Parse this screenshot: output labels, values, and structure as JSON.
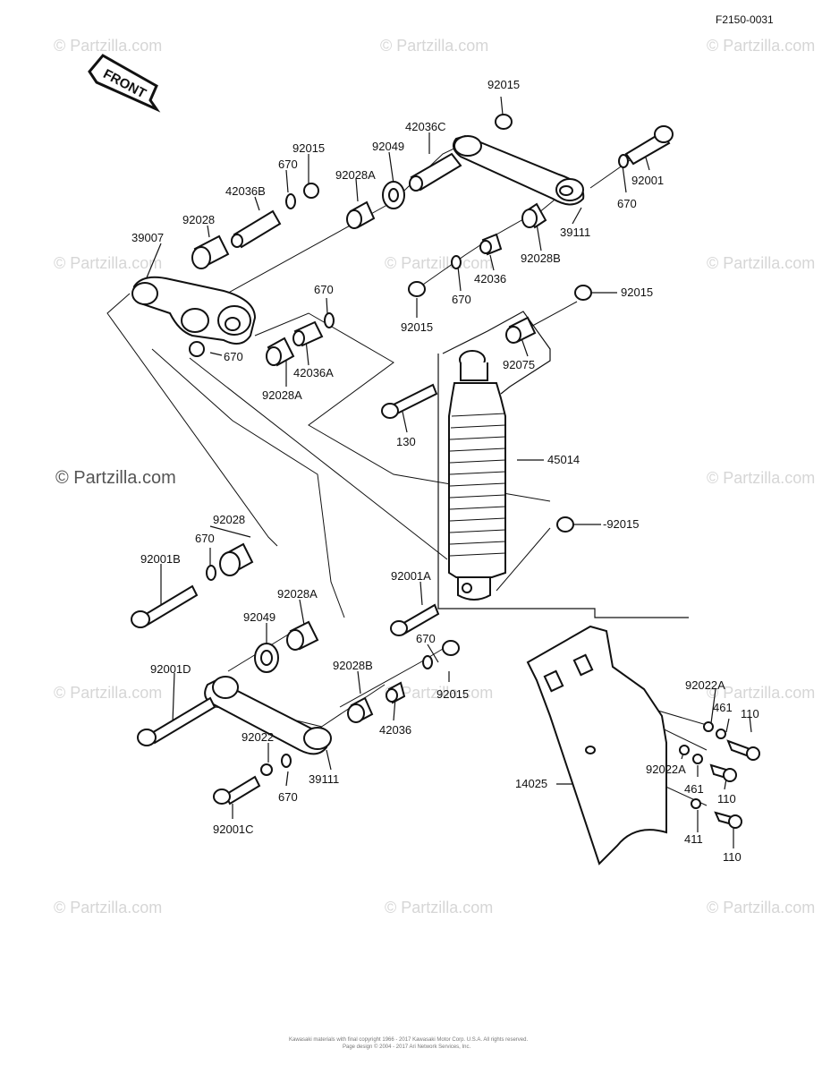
{
  "diagram_code": "F2150-0031",
  "front_label": "FRONT",
  "watermarks": {
    "text": "© Partzilla.com",
    "center": "© Partzilla.com"
  },
  "footer": {
    "line1": "Kawasaki materials with final copyright 1966 - 2017 Kawasaki Motor Corp. U.S.A. All rights reserved.",
    "line2": "Page design © 2004 - 2017 Ari Network Services, Inc."
  },
  "labels": {
    "l_92015_top": "92015",
    "l_42036c": "42036C",
    "l_92049_top": "92049",
    "l_92015_a": "92015",
    "l_670_a": "670",
    "l_42036b": "42036B",
    "l_92028a_top": "92028A",
    "l_92028_top": "92028",
    "l_39007": "39007",
    "l_92001": "92001",
    "l_670_b": "670",
    "l_39111_top": "39111",
    "l_92028b_top": "92028B",
    "l_42036_top": "42036",
    "l_670_c": "670",
    "l_92015_b": "92015",
    "l_670_d": "670",
    "l_92015_c": "92015",
    "l_92075": "92075",
    "l_670_e": "670",
    "l_42036a": "42036A",
    "l_92028a_mid": "92028A",
    "l_130": "130",
    "l_45014": "45014",
    "l_92015_d": "-92015",
    "l_92028_mid": "92028",
    "l_670_f": "670",
    "l_92001b": "92001B",
    "l_92001a": "92001A",
    "l_92028a_low": "92028A",
    "l_92049_low": "92049",
    "l_670_g": "670",
    "l_92001d": "92001D",
    "l_92028b_low": "92028B",
    "l_92015_e": "92015",
    "l_42036_low": "42036",
    "l_92022": "92022",
    "l_670_h": "670",
    "l_39111_low": "39111",
    "l_92001c": "92001C",
    "l_92022a_a": "92022A",
    "l_461_a": "461",
    "l_110_a": "110",
    "l_92022a_b": "92022A",
    "l_461_b": "461",
    "l_110_b": "110",
    "l_14025": "14025",
    "l_411": "411",
    "l_110_c": "110"
  }
}
